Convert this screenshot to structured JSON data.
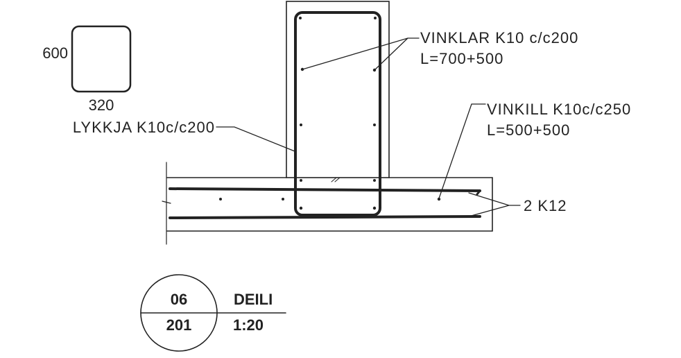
{
  "stirrup_detail": {
    "height_label": "600",
    "width_label": "320"
  },
  "labels": {
    "stirrup_note": "LYKKJA K10c/c200",
    "angle_bars": {
      "line1": "VINKLAR K10 c/c200",
      "line2": "L=700+500"
    },
    "angle_bar": {
      "line1": "VINKILL K10c/c250",
      "line2": "L=500+500"
    },
    "longitudinal": "2 K12"
  },
  "title_block": {
    "detail_number": "06",
    "sheet_number": "201",
    "title": "DEILI",
    "scale": "1:20"
  },
  "colors": {
    "ink": "#222222",
    "paper": "#ffffff"
  }
}
